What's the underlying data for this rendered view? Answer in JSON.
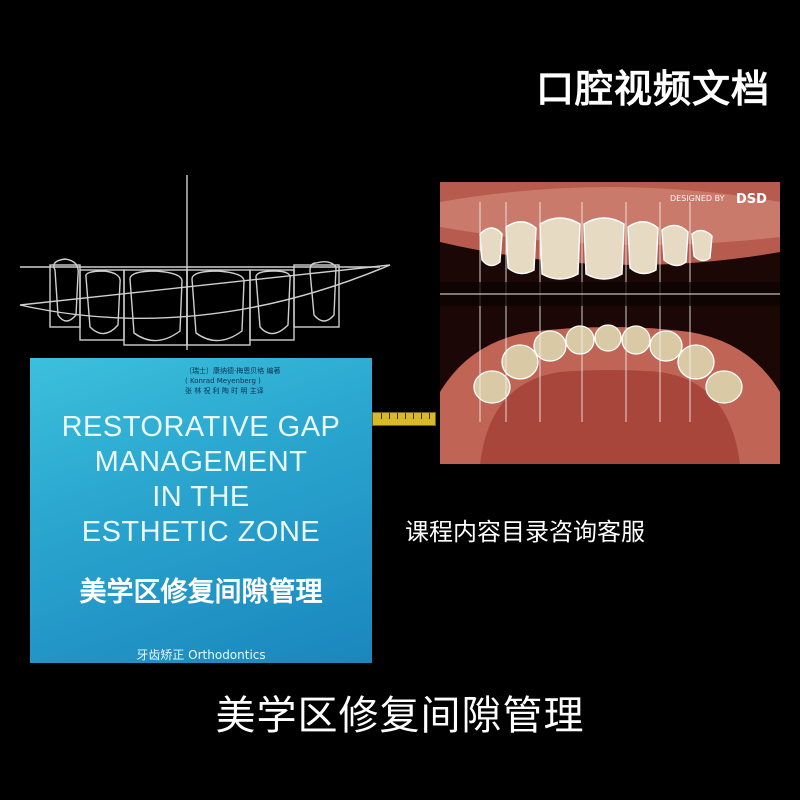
{
  "brand": {
    "label": "口腔视频文档"
  },
  "photo": {
    "credit": "DESIGNED BY",
    "logo": "DSD"
  },
  "book": {
    "header_line1": "〔瑞士〕康纳德·梅恩贝格  编著",
    "header_line2": "( Konrad Meyenberg )",
    "header_line3": "张 林  祝 利  陶 时 明  主译",
    "title_en": "RESTORATIVE GAP\nMANAGEMENT\nIN THE\nESTHETIC ZONE",
    "title_cn": "美学区修复间隙管理",
    "series": "牙齿矫正 Orthodontics"
  },
  "consult_text": "课程内容目录咨询客服",
  "footer_title": "美学区修复间隙管理",
  "colors": {
    "background": "#000000",
    "book_blue": "#2aa6cf",
    "gum": "#c2665a",
    "tooth": "#e8dcc0"
  }
}
